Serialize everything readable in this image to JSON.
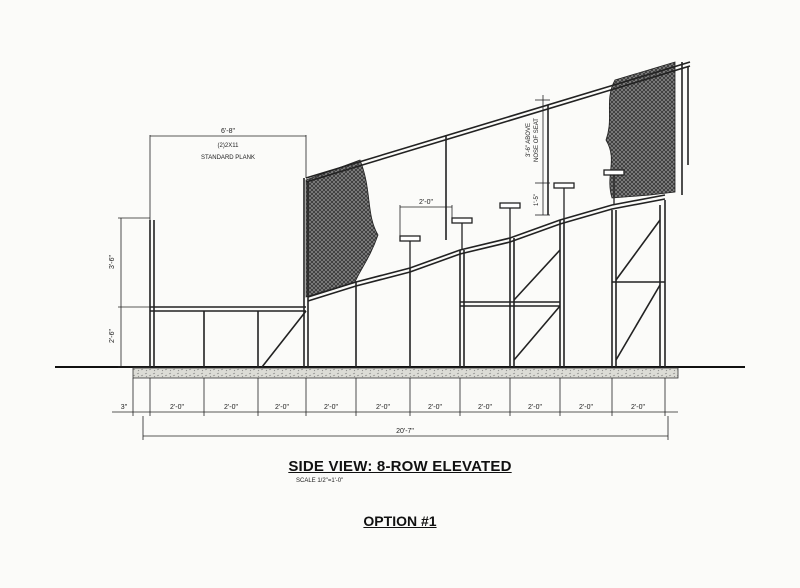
{
  "labels": {
    "plank_width": "6'-8\"",
    "plank_size": "(2)2X11",
    "plank_name": "STANDARD PLANK",
    "rail_height_top": "3'-6\"",
    "rail_height_bottom": "2'-6\"",
    "row_spacing": "2'-0\"",
    "above_seat_line1": "3'-6\" ABOVE",
    "above_seat_line2": "NOSE OF SEAT",
    "riser": "1'-5\"",
    "overall": "20'-7\"",
    "bay_dims": [
      "3\"",
      "2'-0\"",
      "2'-0\"",
      "2'-0\"",
      "2'-0\"",
      "2'-0\"",
      "2'-0\"",
      "2'-0\"",
      "2'-0\"",
      "2'-0\"",
      "2'-0\""
    ]
  },
  "title": "SIDE VIEW: 8-ROW ELEVATED",
  "scale": "SCALE 1/2\"=1'-0\"",
  "option": "OPTION #1"
}
